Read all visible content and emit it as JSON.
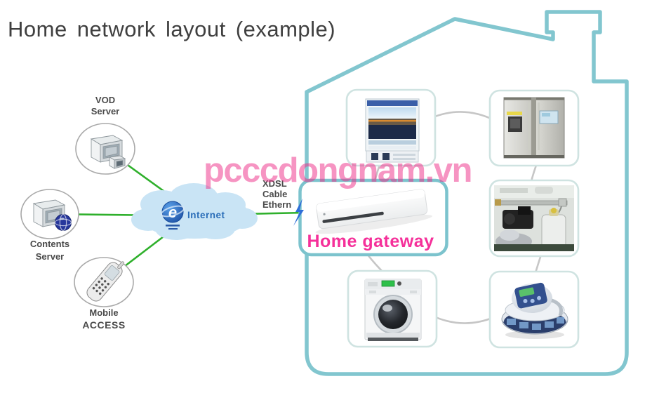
{
  "title": "Home network layout (example)",
  "watermark": "pcccdongnam.vn",
  "external_network": {
    "vod_server": {
      "line1": "VOD",
      "line2": "Server"
    },
    "contents_server": {
      "line1": "Contents",
      "line2": "Server"
    },
    "mobile_access": {
      "line1": "Mobile",
      "line2": "ACCESS"
    },
    "internet": {
      "label": "Internet",
      "logo_glyph": "e"
    },
    "uplink": {
      "line1": "XDSL",
      "line2": "Cable",
      "line3": "Ethern"
    }
  },
  "home_network": {
    "gateway_label": "Home gateway",
    "devices": [
      "digital-tv",
      "refrigerator",
      "gas-valve-system",
      "washing-machine",
      "cleaning-robot"
    ]
  },
  "colors": {
    "house_outline": "#82c6cf",
    "network_link_green": "#2fb02c",
    "cloud_fill": "#c9e4f5",
    "internet_label_blue": "#2a6db8",
    "gateway_label_pink": "#f5309a",
    "watermark_pink": "#ee2a85",
    "device_connector_gray": "#c6c6c6",
    "title_gray": "#3f3f3f",
    "label_gray": "#4a4a4a"
  }
}
